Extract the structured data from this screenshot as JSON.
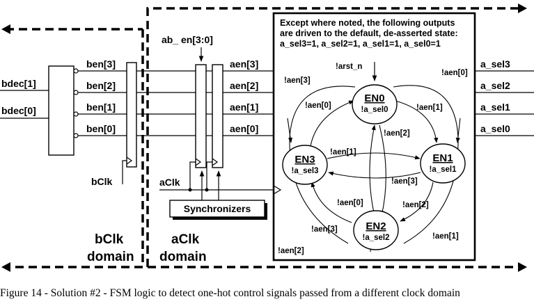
{
  "fsm_note": {
    "line1": "Except where noted, the following outputs",
    "line2": "are driven to the default, de-asserted state:",
    "line3": "a_sel3=1,  a_sel2=1,  a_sel1=1,  a_sel0=1"
  },
  "bus_label": "ab_ en[3:0]",
  "inputs": [
    "bdec[1]",
    "bdec[0]"
  ],
  "ben": [
    "ben[3]",
    "ben[2]",
    "ben[1]",
    "ben[0]"
  ],
  "aen": [
    "aen[3]",
    "aen[2]",
    "aen[1]",
    "aen[0]"
  ],
  "outputs": [
    "a_sel3",
    "a_sel2",
    "a_sel1",
    "a_sel0"
  ],
  "clocks": {
    "b": "bClk",
    "a": "aClk"
  },
  "synchronizers": "Synchronizers",
  "domains": {
    "b_line1": "bClk",
    "b_line2": "domain",
    "a_line1": "aClk",
    "a_line2": "domain"
  },
  "states": [
    {
      "name": "EN0",
      "output": "!a_sel0"
    },
    {
      "name": "EN1",
      "output": "!a_sel1"
    },
    {
      "name": "EN2",
      "output": "!a_sel2"
    },
    {
      "name": "EN3",
      "output": "!a_sel3"
    }
  ],
  "reset_label": "!arst_n",
  "transitions": {
    "t_en0_self": "!aen[0]",
    "t_en0_to_en1": "!aen[1]",
    "t_en0_to_en2": "!aen[2]",
    "t_en3_to_en0": "!aen[0]",
    "t_en3_outer": "!aen[3]",
    "t_en3_to_en1": "!aen[1]",
    "t_en1_to_en3": "!aen[3]",
    "t_en1_to_en2": "!aen[2]",
    "t_en1_outer": "!aen[1]",
    "t_en2_to_en0": "!aen[0]",
    "t_en2_to_en3": "!aen[3]",
    "t_en2_outer": "!aen[2]"
  },
  "caption": "Figure 14 - Solution #2 - FSM logic to detect one-hot control signals passed from a different clock domain"
}
